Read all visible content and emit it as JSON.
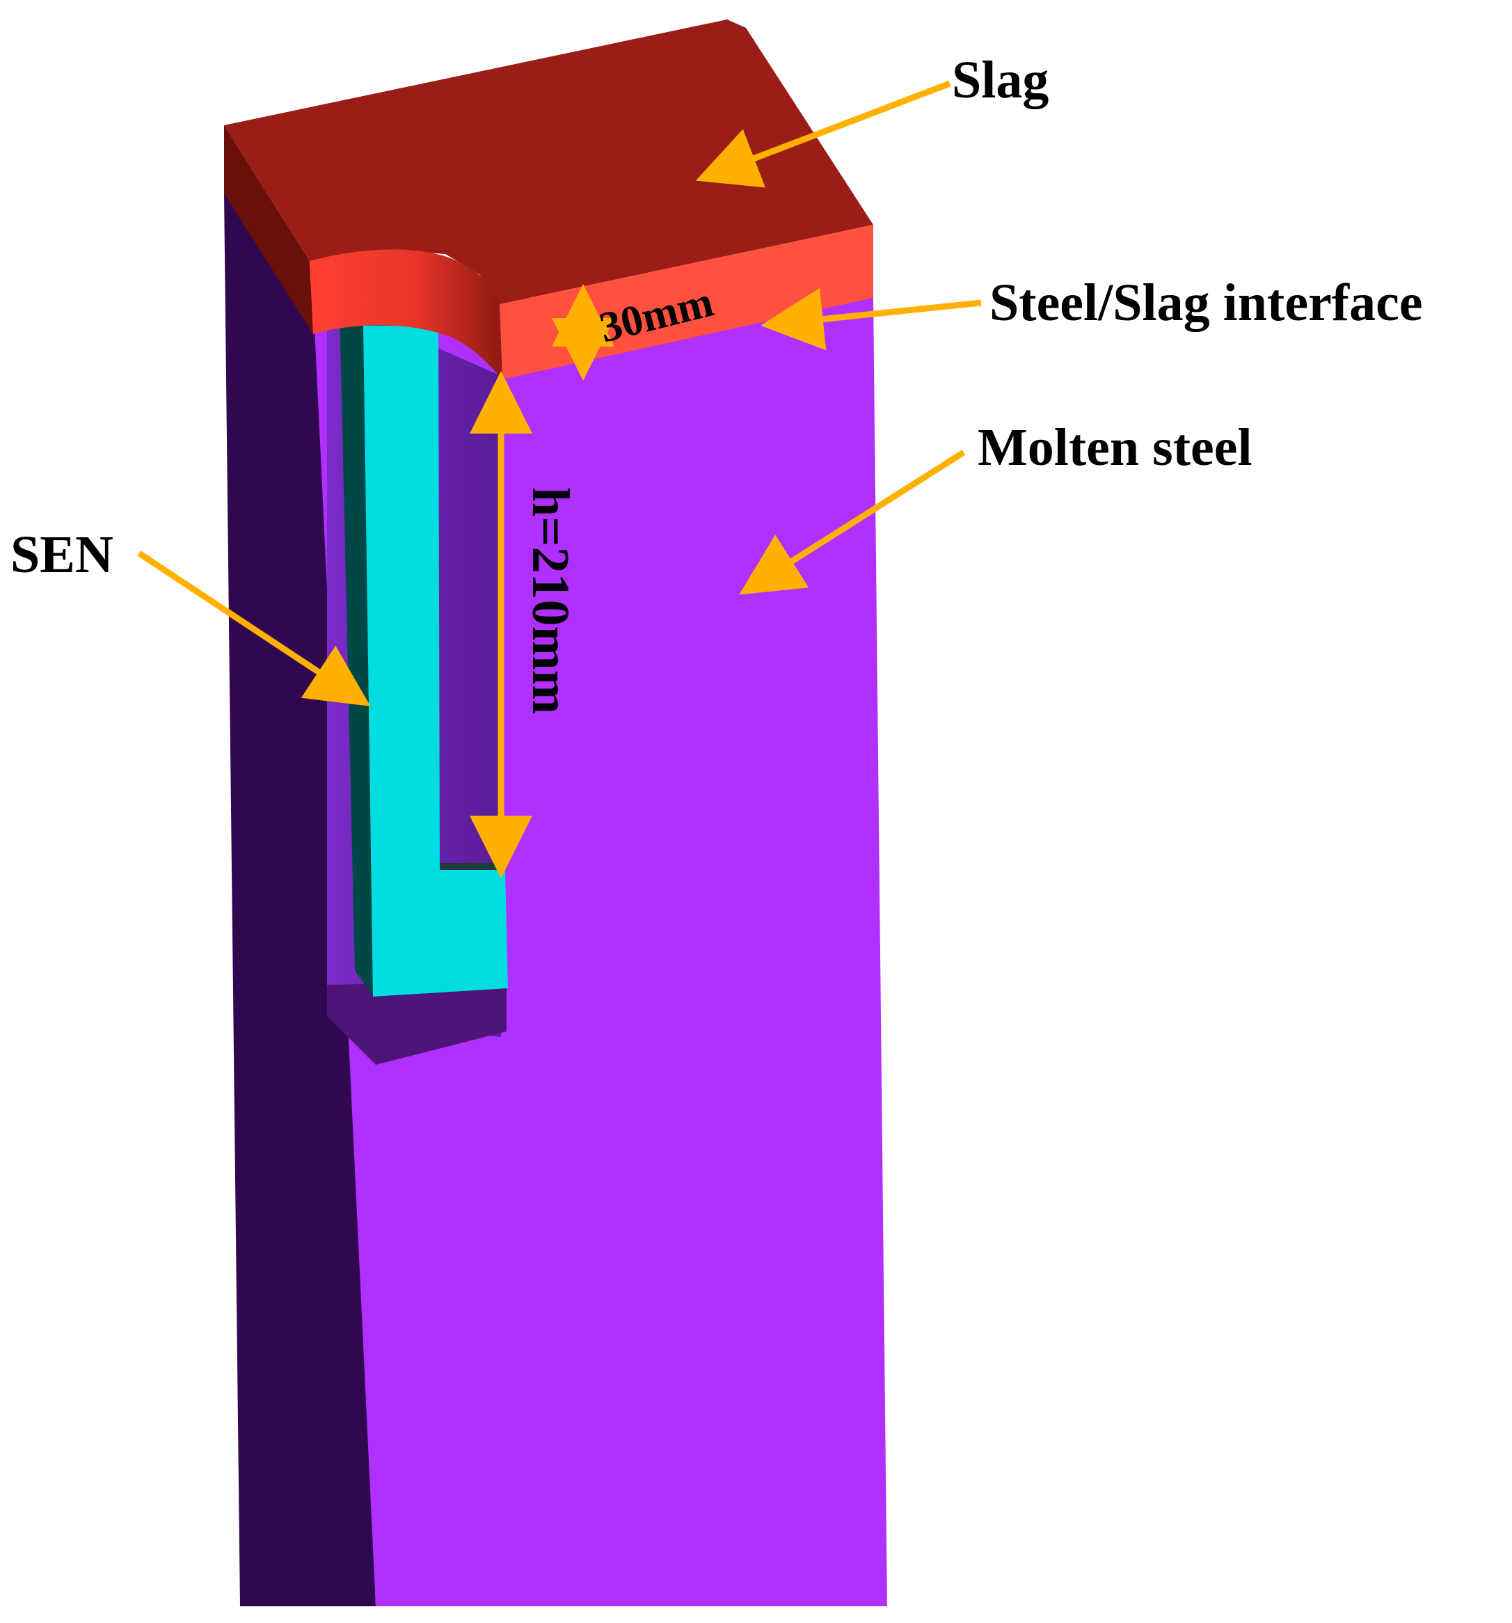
{
  "labels": {
    "slag": "Slag",
    "interface": "Steel/Slag interface",
    "molten_steel": "Molten steel",
    "sen": "SEN",
    "slag_thickness": "30mm",
    "immersion_depth": "h=210mm"
  },
  "colors": {
    "slag_top": "#9A1E17",
    "slag_side": "#FF5040",
    "slag_left": "#6A1008",
    "steel_front": "#B030FF",
    "steel_left": "#300850",
    "steel_cavity": "#6420A8",
    "steel_cavity_bottom": "#4E1478",
    "sen_front": "#00DDE0",
    "sen_side": "#004848",
    "sen_top": "#006A6A",
    "arrow": "#FFB000"
  }
}
